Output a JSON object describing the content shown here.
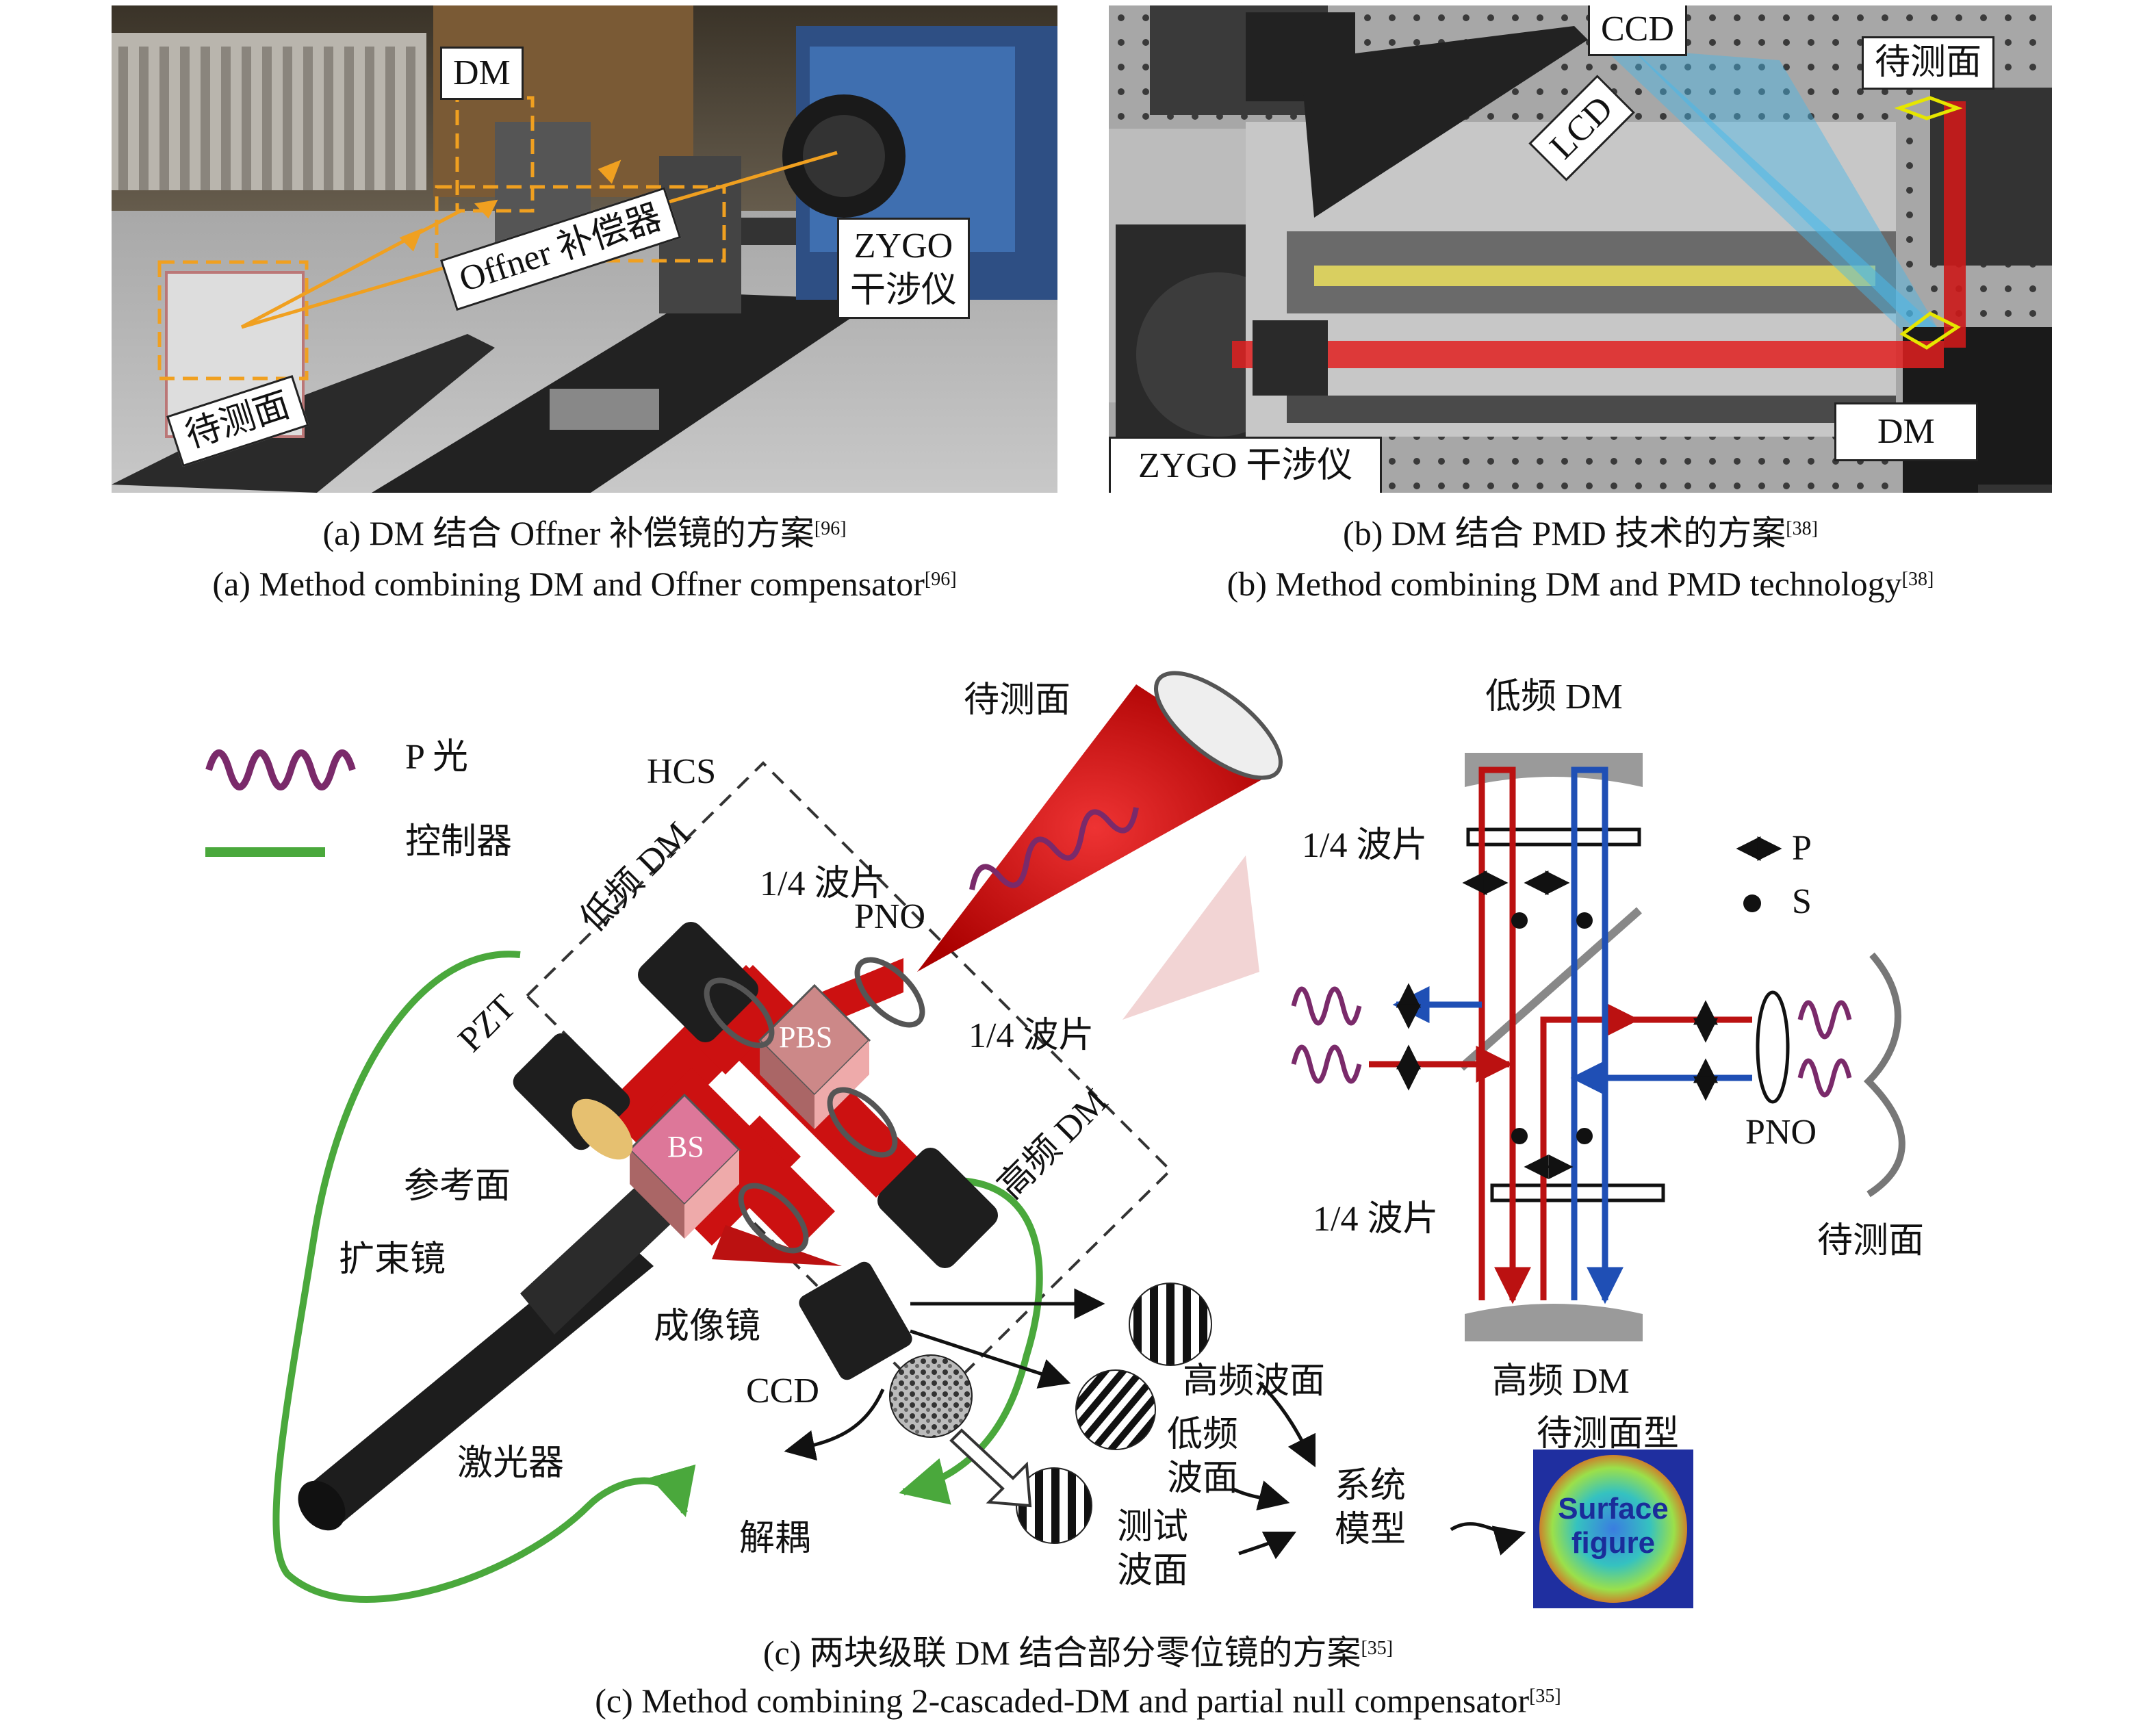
{
  "panel_a": {
    "labels": {
      "dm": "DM",
      "offner": "Offner 补偿器",
      "zygo_1": "ZYGO",
      "zygo_2": "干涉仪",
      "surface": "待测面"
    },
    "caption_cn": "(a) DM 结合 Offner 补偿镜的方案",
    "caption_cn_ref": "[96]",
    "caption_en": "(a) Method combining DM and Offner compensator",
    "caption_en_ref": "[96]"
  },
  "panel_b": {
    "labels": {
      "ccd": "CCD",
      "lcd": "LCD",
      "surface": "待测面",
      "dm": "DM",
      "zygo": "ZYGO 干涉仪"
    },
    "caption_cn": "(b) DM 结合 PMD 技术的方案",
    "caption_cn_ref": "[38]",
    "caption_en": "(b) Method combining DM and PMD technology",
    "caption_en_ref": "[38]"
  },
  "panel_c": {
    "legend": {
      "p_light": "P 光",
      "controller": "控制器"
    },
    "labels": {
      "hcs": "HCS",
      "surface_top": "待测面",
      "low_dm": "低频 DM",
      "qwp_1": "1/4 波片",
      "pno": "PNO",
      "qwp_2": "1/4 波片",
      "high_dm": "高频 DM",
      "pbs": "PBS",
      "bs": "BS",
      "pzt": "PZT",
      "reference": "参考面",
      "expander": "扩束镜",
      "imaging_lens": "成像镜",
      "ccd": "CCD",
      "laser": "激光器",
      "decouple": "解耦",
      "high_wave": "高频波面",
      "low_wave_1": "低频",
      "low_wave_2": "波面",
      "test_wave_1": "测试",
      "test_wave_2": "波面",
      "sys_model_1": "系统",
      "sys_model_2": "模型",
      "figure_title": "待测面型",
      "figure_text_1": "Surface",
      "figure_text_2": "figure"
    },
    "inset": {
      "low_dm": "低频 DM",
      "qwp_top": "1/4 波片",
      "p_label": "P",
      "s_label": "S",
      "pno": "PNO",
      "qwp_bottom": "1/4 波片",
      "surface": "待测面",
      "high_dm": "高频 DM"
    },
    "caption_cn": "(c) 两块级联 DM 结合部分零位镜的方案",
    "caption_cn_ref": "[35]",
    "caption_en": "(c) Method combining 2-cascaded-DM and partial null compensator",
    "caption_en_ref": "[35]"
  },
  "colors": {
    "beam_red": "#cc1111",
    "beam_blue": "#1f4fb5",
    "controller_green": "#4aa83c",
    "p_light_purple": "#7a2a6a",
    "annotation_orange": "#f0a020",
    "marker_yellow": "#e6e600"
  }
}
